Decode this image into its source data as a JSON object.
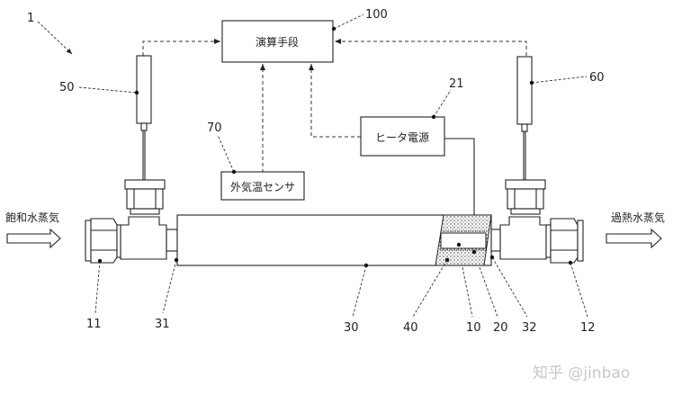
{
  "figure": {
    "reference_numeral": "1",
    "blocks": {
      "computing_unit": {
        "numeral": "100",
        "label": "演算手段"
      },
      "heater_power": {
        "numeral": "21",
        "label": "ヒータ電源"
      },
      "outside_temp_sensor": {
        "numeral": "70",
        "label": "外気温センサ"
      }
    },
    "sensors": {
      "inlet_sensor": {
        "numeral": "50"
      },
      "outlet_sensor": {
        "numeral": "60"
      }
    },
    "flows": {
      "inlet": {
        "label": "飽和水蒸気"
      },
      "outlet": {
        "label": "過熱水蒸気"
      }
    },
    "part_labels": {
      "inlet_fitting": "11",
      "outlet_fitting": "12",
      "pipe_inlet_end": "31",
      "pipe_body": "30",
      "insulation": "40",
      "inner_pipe": "10",
      "heater": "20",
      "pipe_outlet_end": "32"
    }
  },
  "watermark": "知乎 @jinbao"
}
